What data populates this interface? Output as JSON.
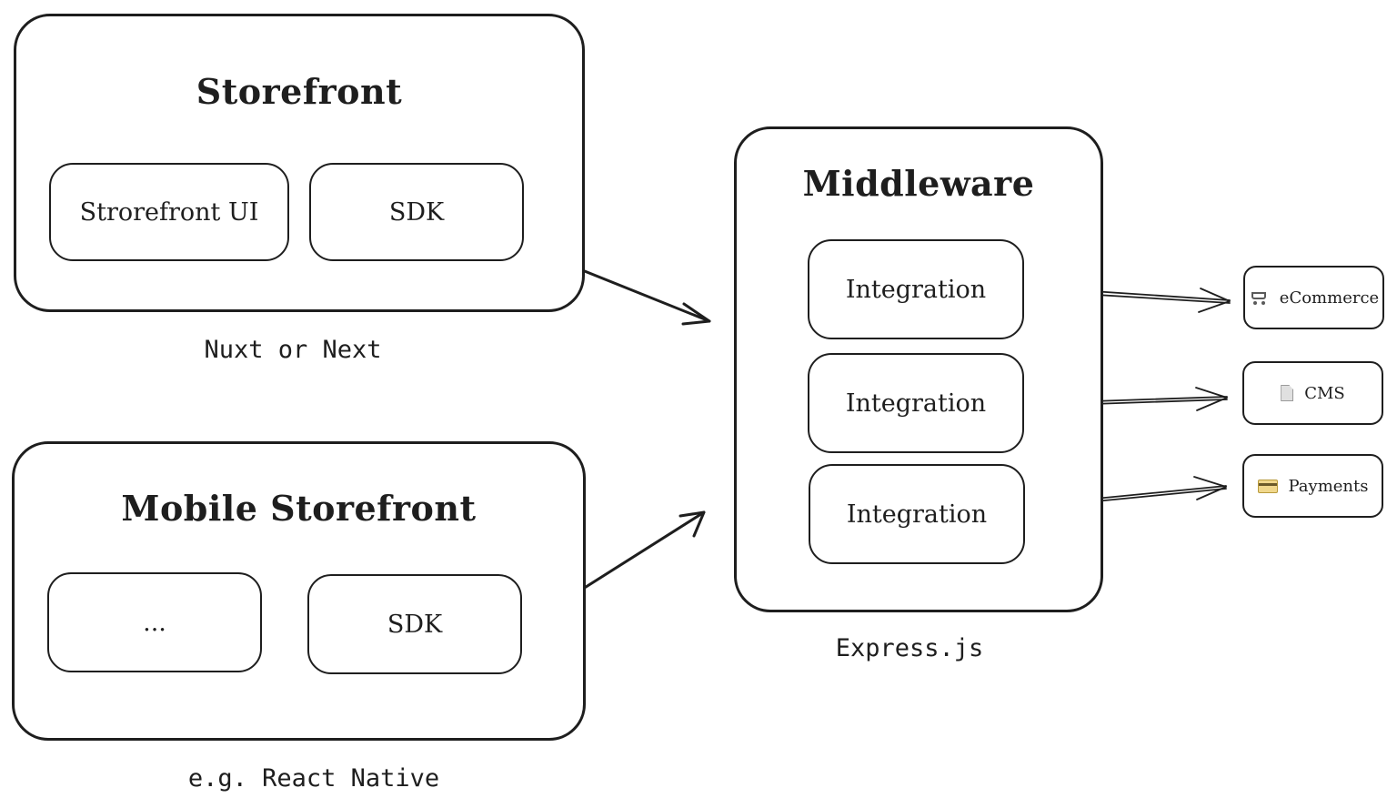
{
  "storefront": {
    "title": "Storefront",
    "ui_label": "Strorefront UI",
    "sdk_label": "SDK",
    "caption": "Nuxt or Next"
  },
  "mobile": {
    "title": "Mobile Storefront",
    "ui_label": "...",
    "sdk_label": "SDK",
    "caption": "e.g. React Native"
  },
  "middleware": {
    "title": "Middleware",
    "integrations": [
      "Integration",
      "Integration",
      "Integration"
    ],
    "caption": "Express.js"
  },
  "services": [
    {
      "label": "eCommerce",
      "icon": "cart-icon"
    },
    {
      "label": "CMS",
      "icon": "document-icon"
    },
    {
      "label": "Payments",
      "icon": "credit-card-icon"
    }
  ],
  "colors": {
    "stroke": "#1e1e1e",
    "background": "#ffffff"
  }
}
